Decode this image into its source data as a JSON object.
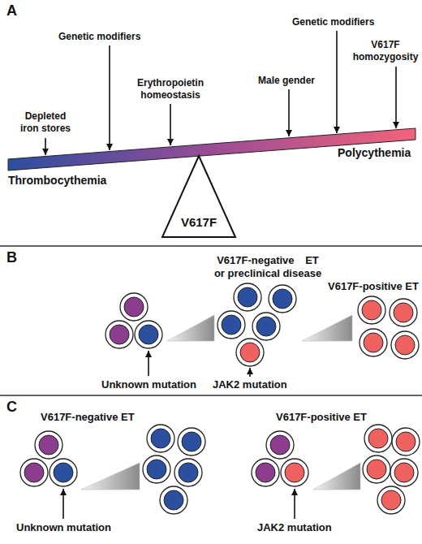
{
  "diagram": {
    "nodes": [
      {
        "text": [
          "V617F"
        ]
      }
    ],
    "labels": [
      "A",
      "Depleted iron stores",
      "Genetic modifiers",
      "Erythropoietin homeostasis",
      "Male gender",
      "Genetic modifiers",
      "V617F homozygosity",
      "Thrombocythemia",
      "Polycythemia",
      "B",
      "V617F-negative ET or preclinical disease",
      "V617F-positive ET",
      "Unknown mutation",
      "JAK2 mutation",
      "C",
      "V617F-negative ET",
      "Unknown mutation",
      "V617F-positive ET",
      "JAK2 mutation"
    ]
  }
}
